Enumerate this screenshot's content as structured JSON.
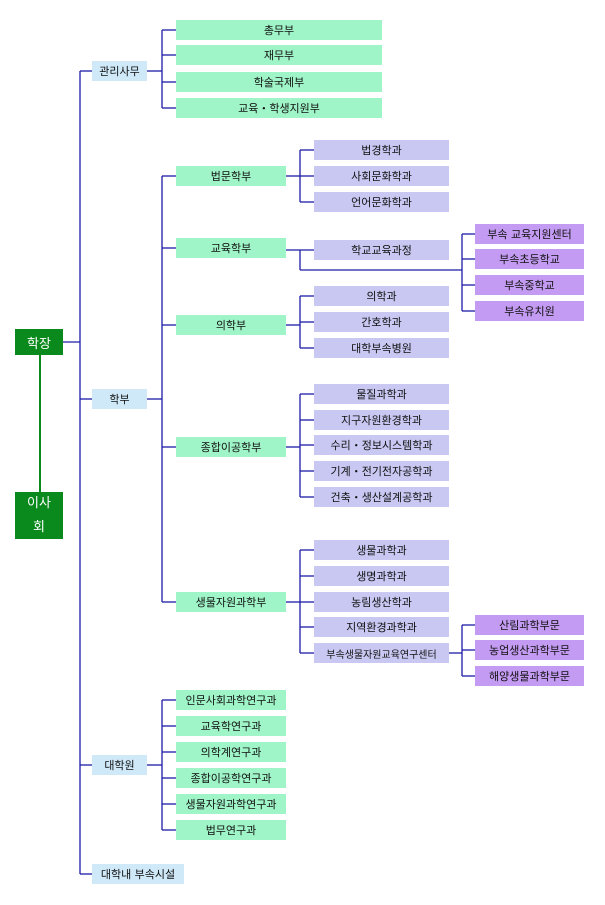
{
  "colors": {
    "line": "#1c1ca8",
    "top": "#0a8a1c",
    "level1": "#cfe9f8",
    "level2": "#9ff5c8",
    "level3": "#c8c8f2",
    "level4": "#c49bf2"
  },
  "top": {
    "president": "학장",
    "board": "이사회"
  },
  "admin": {
    "label": "관리사무",
    "items": [
      "총무부",
      "재무부",
      "학술국제부",
      "교육・학생지원부"
    ]
  },
  "faculties": {
    "label": "학부",
    "law": {
      "label": "법문학부",
      "depts": [
        "법경학과",
        "사회문화학과",
        "언어문화학과"
      ]
    },
    "education": {
      "label": "교육학부",
      "depts": [
        "학교교육과정"
      ],
      "schools": [
        "부속 교육지원센터",
        "부속초등학교",
        "부속중학교",
        "부속유치원"
      ]
    },
    "medicine": {
      "label": "의학부",
      "depts": [
        "의학과",
        "간호학과",
        "대학부속병원"
      ]
    },
    "engineering": {
      "label": "종합이공학부",
      "depts": [
        "물질과학과",
        "지구자원환경학과",
        "수리・정보시스템학과",
        "기계・전기전자공학과",
        "건축・생산설계공학과"
      ]
    },
    "bio": {
      "label": "생물자원과학부",
      "depts": [
        "생물과학과",
        "생명과학과",
        "농림생산학과",
        "지역환경과학과",
        "부속생물자원교육연구센터"
      ],
      "centers": [
        "산림과학부문",
        "농업생산과학부문",
        "해양생물과학부문"
      ]
    }
  },
  "graduate": {
    "label": "대학원",
    "items": [
      "인문사회과학연구과",
      "교육학연구과",
      "의학계연구과",
      "종합이공학연구과",
      "생물자원과학연구과",
      "법무연구과"
    ]
  },
  "facilities": {
    "label": "대학내 부속시설"
  }
}
